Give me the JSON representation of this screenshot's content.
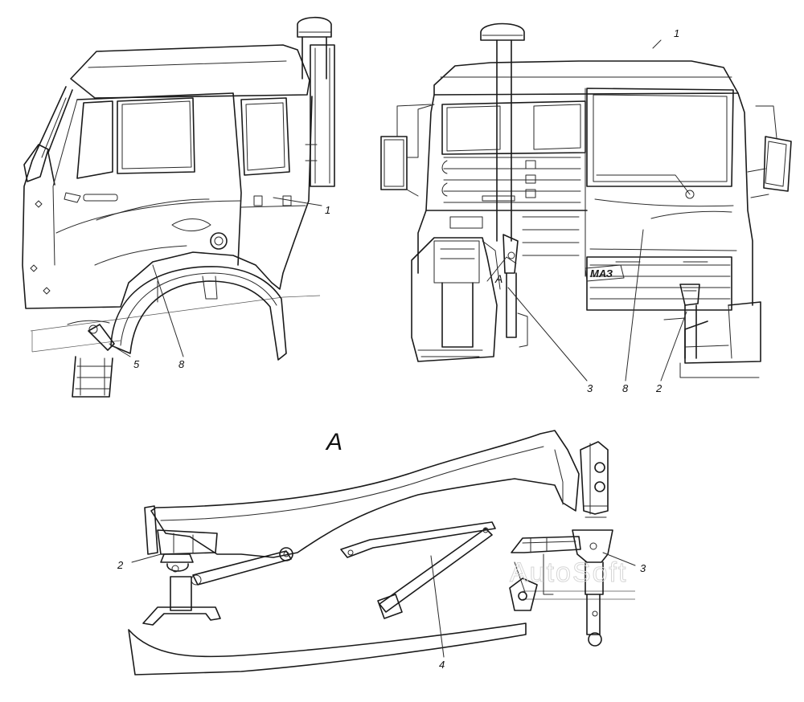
{
  "callouts": {
    "side_1": "1",
    "side_5": "5",
    "side_8": "8",
    "front_1": "1",
    "front_3": "3",
    "front_8": "8",
    "front_2": "2",
    "detail_2": "2",
    "detail_3": "3",
    "detail_4": "4"
  },
  "views": {
    "detail_title": "A",
    "front_marker": "A"
  },
  "badge": "МАЗ",
  "watermark": "AutoSoft"
}
